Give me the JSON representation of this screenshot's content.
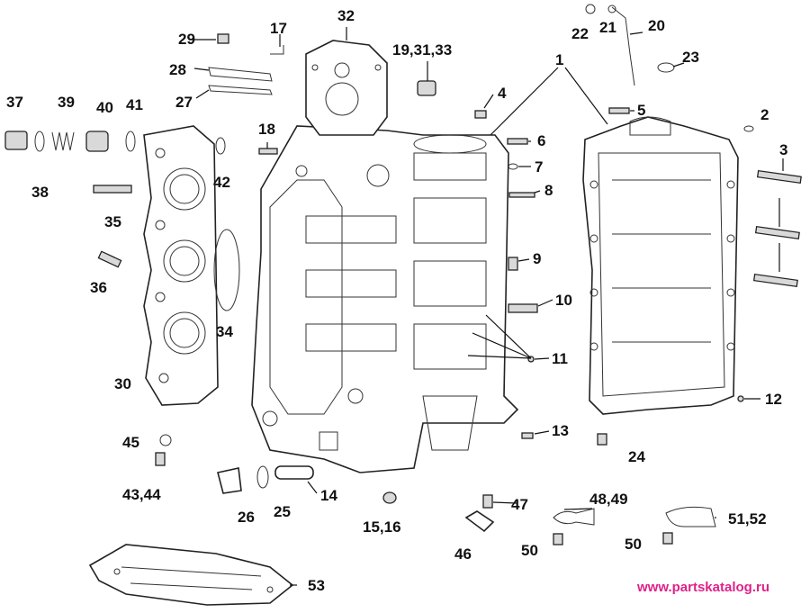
{
  "callouts": {
    "c1": "1",
    "c2": "2",
    "c3": "3",
    "c4": "4",
    "c5": "5",
    "c6": "6",
    "c7": "7",
    "c8": "8",
    "c9": "9",
    "c10": "10",
    "c11": "11",
    "c12": "12",
    "c13": "13",
    "c14": "14",
    "c15_16": "15,16",
    "c17": "17",
    "c18": "18",
    "c19_31_33": "19,31,33",
    "c20": "20",
    "c21": "21",
    "c22": "22",
    "c23": "23",
    "c24": "24",
    "c25": "25",
    "c26": "26",
    "c27": "27",
    "c28": "28",
    "c29": "29",
    "c30": "30",
    "c32": "32",
    "c34": "34",
    "c35": "35",
    "c36": "36",
    "c37": "37",
    "c38": "38",
    "c39": "39",
    "c40": "40",
    "c41": "41",
    "c42": "42",
    "c43_44": "43,44",
    "c45": "45",
    "c46": "46",
    "c47": "47",
    "c48_49": "48,49",
    "c50a": "50",
    "c50b": "50",
    "c51_52": "51,52",
    "c53": "53"
  },
  "watermark": "www.partskatalog.ru",
  "colors": {
    "ink": "#111111",
    "watermark": "#e0218a",
    "shade": "#d9d9d9"
  }
}
